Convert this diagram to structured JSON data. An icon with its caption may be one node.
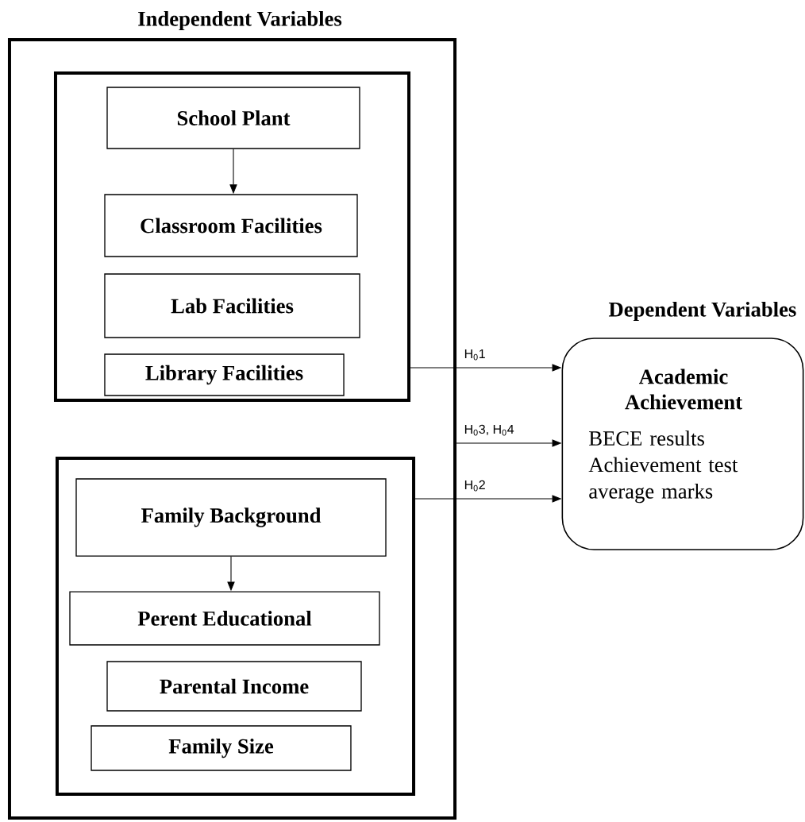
{
  "diagram": {
    "nodes": [
      {
        "text": [
          "Independent Variables"
        ]
      },
      {
        "text": [],
        "shape": "box",
        "in": 0
      },
      {
        "text": [
          "School Plant"
        ],
        "in": 1
      },
      {
        "text": [
          "Classroom Facilities"
        ],
        "in": 1
      },
      {
        "text": [
          "Lab Facilities"
        ],
        "in": 1
      },
      {
        "text": [
          "Library Facilities"
        ],
        "in": 1
      },
      {
        "text": [],
        "shape": "box",
        "in": 0
      },
      {
        "text": [
          "Family Background"
        ],
        "in": 6
      },
      {
        "text": [
          "Perent Educational"
        ],
        "in": 6
      },
      {
        "text": [
          "Parental Income"
        ],
        "in": 6
      },
      {
        "text": [
          "Family Size"
        ],
        "in": 6
      },
      {
        "text": [
          "Dependent Variables",
          "Academic Achievement",
          "BECE results",
          "Achievement test average marks"
        ]
      }
    ],
    "edges": [
      {
        "from": 2,
        "to": 3,
        "arrow": "to"
      },
      {
        "from": 7,
        "to": 8,
        "arrow": "to"
      },
      {
        "from": 1,
        "to": 11,
        "arrow": "to",
        "label": "H$_{0}$1"
      },
      {
        "from": 0,
        "to": 11,
        "arrow": "to",
        "label": "H$_{0}$3, H$_{0}$4"
      },
      {
        "from": 6,
        "to": 11,
        "arrow": "to",
        "label": "H$_{0}$2"
      }
    ]
  }
}
